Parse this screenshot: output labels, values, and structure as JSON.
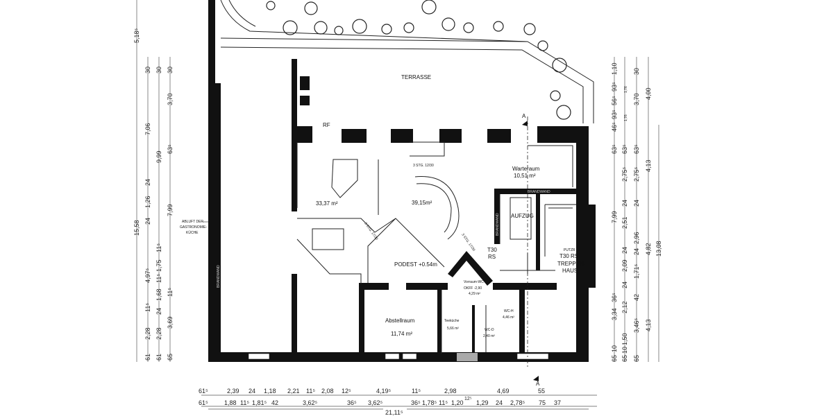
{
  "rooms": {
    "terrace": "TERRASSE",
    "office_left_area": "33,37 m²",
    "office_center_area": "39,15m²",
    "stairs_main": "3 STG. 12/30",
    "stairs_small_1": "3 STG. 17/30",
    "stairs_small_2": "3 STG. 17/30",
    "waiting_room": "Warteraum",
    "waiting_room_area": "10,51 m²",
    "firewall_h": "BRANDWAND",
    "firewall_v": "BRANDWAND",
    "firewall_left": "BRANDWAND",
    "elevator": "AUFZUG",
    "landing": "PODEST +0.54m",
    "door_t30_1a": "T30",
    "door_t30_1b": "RS",
    "door_t30_2": "T30 RS",
    "stairwell_1": "TREPPEN-",
    "stairwell_2": "HAUS",
    "putzr": "PUTZR",
    "vestibule": "Vorraum-WC",
    "vestibule_level": "OKFF -2,90",
    "vestibule_area": "4,29 m²",
    "storage": "Abstellraum",
    "storage_area": "11,74 m²",
    "kitchenette": "Teeküche",
    "kitchenette_area": "5,66 m²",
    "wc_women": "WC-D",
    "wc_women_area": "2,40 m²",
    "wc_men": "WC-H",
    "wc_men_area": "4,46 m²",
    "rf": "RF",
    "exhaust_1": "ABLUFT DER",
    "exhaust_2": "GASTRONOMIE-",
    "exhaust_3": "KÜCHE",
    "section_top": "A",
    "section_bottom": "A"
  },
  "dims_left": {
    "a": [
      "5,18⁵",
      "15,58"
    ],
    "b": [
      "30",
      "7,06",
      "24",
      "1,26",
      "24",
      "4,97⁵",
      "11⁵",
      "2,28",
      "61"
    ],
    "c": [
      "30",
      "9,99",
      "11⁵",
      "1,75",
      "11⁵",
      "1,68",
      "24",
      "2,28",
      "61"
    ],
    "d": [
      "30",
      "3,70",
      "63⁵",
      "7,99",
      "11⁵",
      "3,69",
      "65"
    ]
  },
  "dims_right": {
    "a": [
      "1,10",
      "93⁵",
      "56⁵",
      "93⁵",
      "46⁵",
      "63⁵",
      "7,99",
      "36⁵",
      "3,34",
      "10",
      "65"
    ],
    "b": [
      "1,76",
      "1,76",
      "63⁵",
      "2,75⁵",
      "24",
      "2,51",
      "24",
      "2,09",
      "24",
      "2,12",
      "1,50",
      "10",
      "65"
    ],
    "c": [
      "30",
      "3,70",
      "63⁵",
      "2,75⁵",
      "24",
      "2,96",
      "24",
      "1,71⁵",
      "42",
      "3,46⁵",
      "65"
    ],
    "d": [
      "4,00",
      "4,13",
      "4,82",
      "4,13"
    ],
    "e": [
      "13,08"
    ]
  },
  "dims_bottom": {
    "row1": [
      "61⁵",
      "2,39",
      "24",
      "1,18",
      "2,21",
      "11⁵",
      "2,08",
      "12⁵",
      "4,19⁵",
      "11⁵",
      "2,98",
      "4,69",
      "55"
    ],
    "row2": [
      "61⁵",
      "1,88",
      "11⁵",
      "1,81⁵",
      "42",
      "3,62⁵",
      "36⁵",
      "3,62⁵",
      "36⁵",
      "1,78⁵",
      "11⁵",
      "1,20",
      "12⁵",
      "1,29",
      "24",
      "2,78⁵",
      "75",
      "37"
    ],
    "total": "21,11⁵"
  }
}
